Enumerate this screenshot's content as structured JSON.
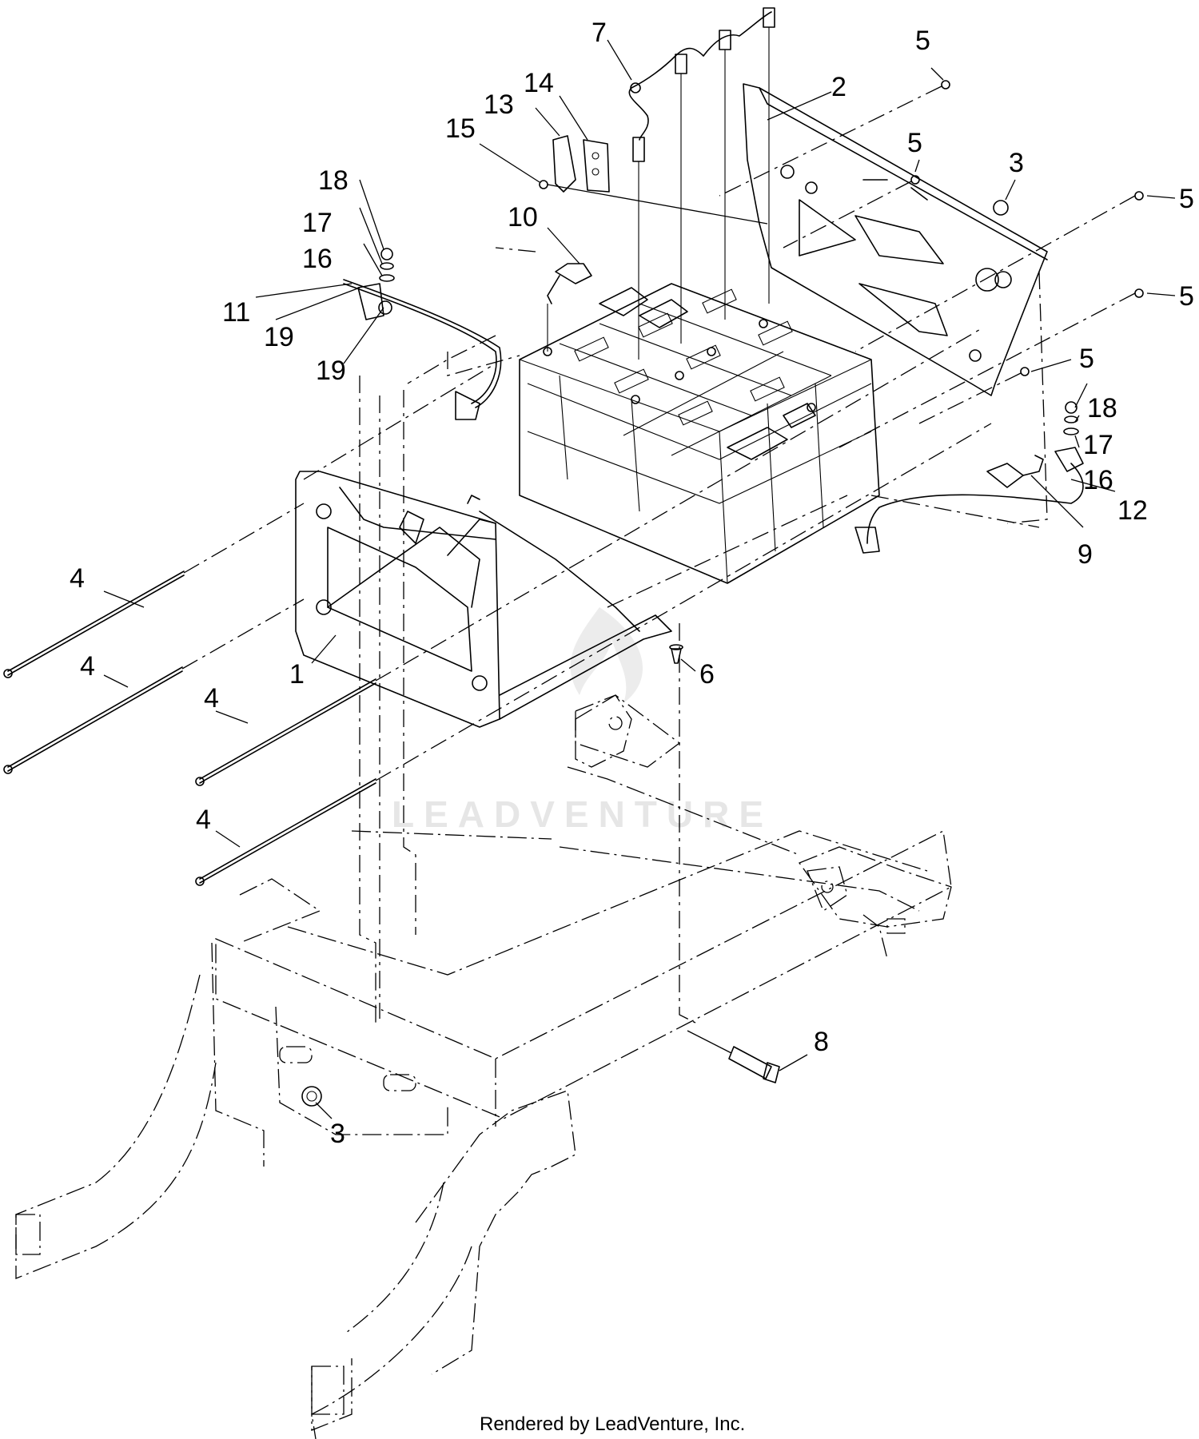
{
  "watermark": "LEADVENTURE",
  "credit": "Rendered by LeadVenture, Inc.",
  "callouts": {
    "c1": "1",
    "c2": "2",
    "c3a": "3",
    "c3b": "3",
    "c4a": "4",
    "c4b": "4",
    "c4c": "4",
    "c4d": "4",
    "c5a": "5",
    "c5b": "5",
    "c5c": "5",
    "c5d": "5",
    "c5e": "5",
    "c6": "6",
    "c7": "7",
    "c8": "8",
    "c9": "9",
    "c10": "10",
    "c11": "11",
    "c12": "12",
    "c13": "13",
    "c14": "14",
    "c15": "15",
    "c16a": "16",
    "c16b": "16",
    "c17a": "17",
    "c17b": "17",
    "c18a": "18",
    "c18b": "18",
    "c19a": "19",
    "c19b": "19"
  }
}
